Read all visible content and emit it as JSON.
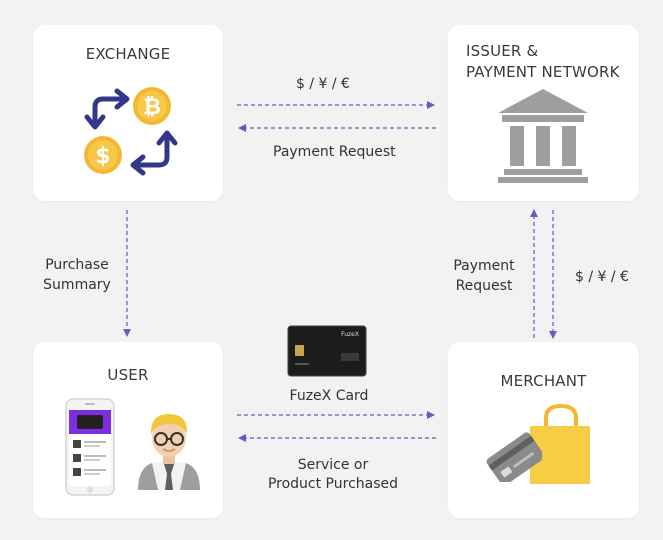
{
  "nodes": {
    "exchange": {
      "title": "EXCHANGE"
    },
    "issuer": {
      "title_line1": "ISSUER &",
      "title_line2": "PAYMENT NETWORK"
    },
    "user": {
      "title": "USER"
    },
    "merchant": {
      "title": "MERCHANT"
    }
  },
  "flows": {
    "exchange_issuer_top": "$ / ¥ / €",
    "exchange_issuer_bottom": "Payment Request",
    "exchange_user_line1": "Purchase",
    "exchange_user_line2": "Summary",
    "merchant_issuer_line1": "Payment",
    "merchant_issuer_line2": "Request",
    "issuer_merchant": "$ / ¥ / €",
    "user_merchant_top": "FuzeX Card",
    "user_merchant_bottom_line1": "Service or",
    "user_merchant_bottom_line2": "Product Purchased"
  },
  "card_brand": "FuzeX",
  "colors": {
    "arrow": "#6c57c4",
    "coin": "#f3b731",
    "cycle_arrow": "#33378a",
    "bank": "#9e9e9e",
    "bag": "#f7cd45",
    "phone_screen": "#7d2ee0"
  },
  "icons": [
    "exchange-cycle-icon",
    "bitcoin-coin-icon",
    "dollar-coin-icon",
    "bank-icon",
    "phone-icon",
    "user-avatar-icon",
    "credit-card-icon",
    "shopping-bag-icon",
    "fuzex-card-icon"
  ]
}
